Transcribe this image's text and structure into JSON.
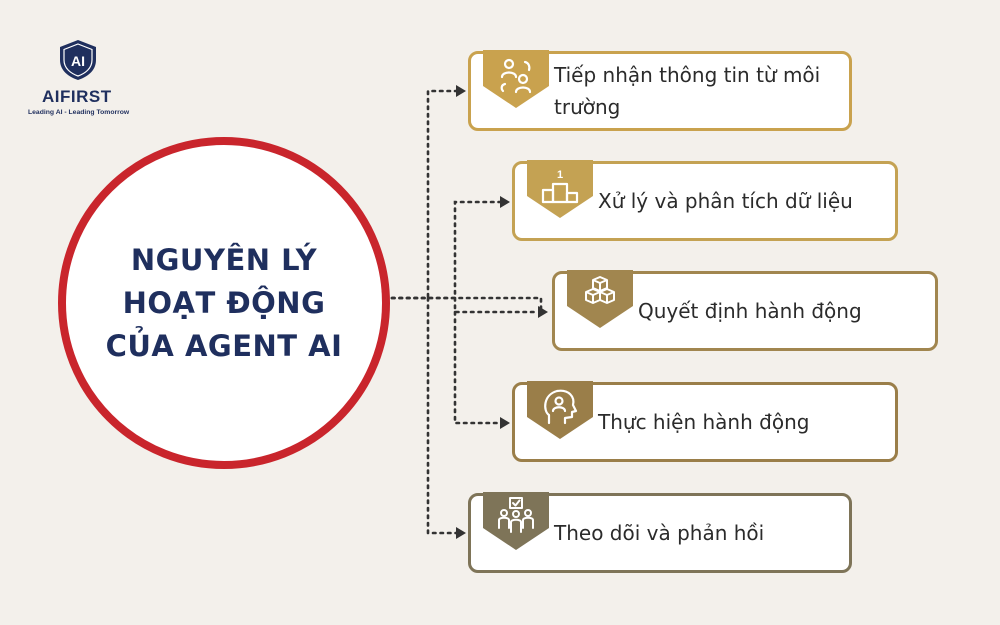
{
  "brand": {
    "name": "AIFIRST",
    "monogram": "AI",
    "tagline": "Leading AI - Leading Tomorrow",
    "color": "#1f2f5e"
  },
  "center": {
    "title": "NGUYÊN LÝ HOẠT ĐỘNG CỦA AGENT AI",
    "ring_color": "#c9252c"
  },
  "steps": [
    {
      "label": "Tiếp nhận thông tin từ môi trường",
      "icon": "people-exchange-icon",
      "color": "#c9a24e"
    },
    {
      "label": "Xử lý và phân tích dữ liệu",
      "icon": "podium-icon",
      "color": "#c4a253"
    },
    {
      "label": "Quyết định hành động",
      "icon": "cubes-icon",
      "color": "#a1864f"
    },
    {
      "label": "Thực hiện hành động",
      "icon": "head-user-icon",
      "color": "#9a7e49"
    },
    {
      "label": "Theo dõi và phản hồi",
      "icon": "team-check-icon",
      "color": "#7e7458"
    }
  ]
}
